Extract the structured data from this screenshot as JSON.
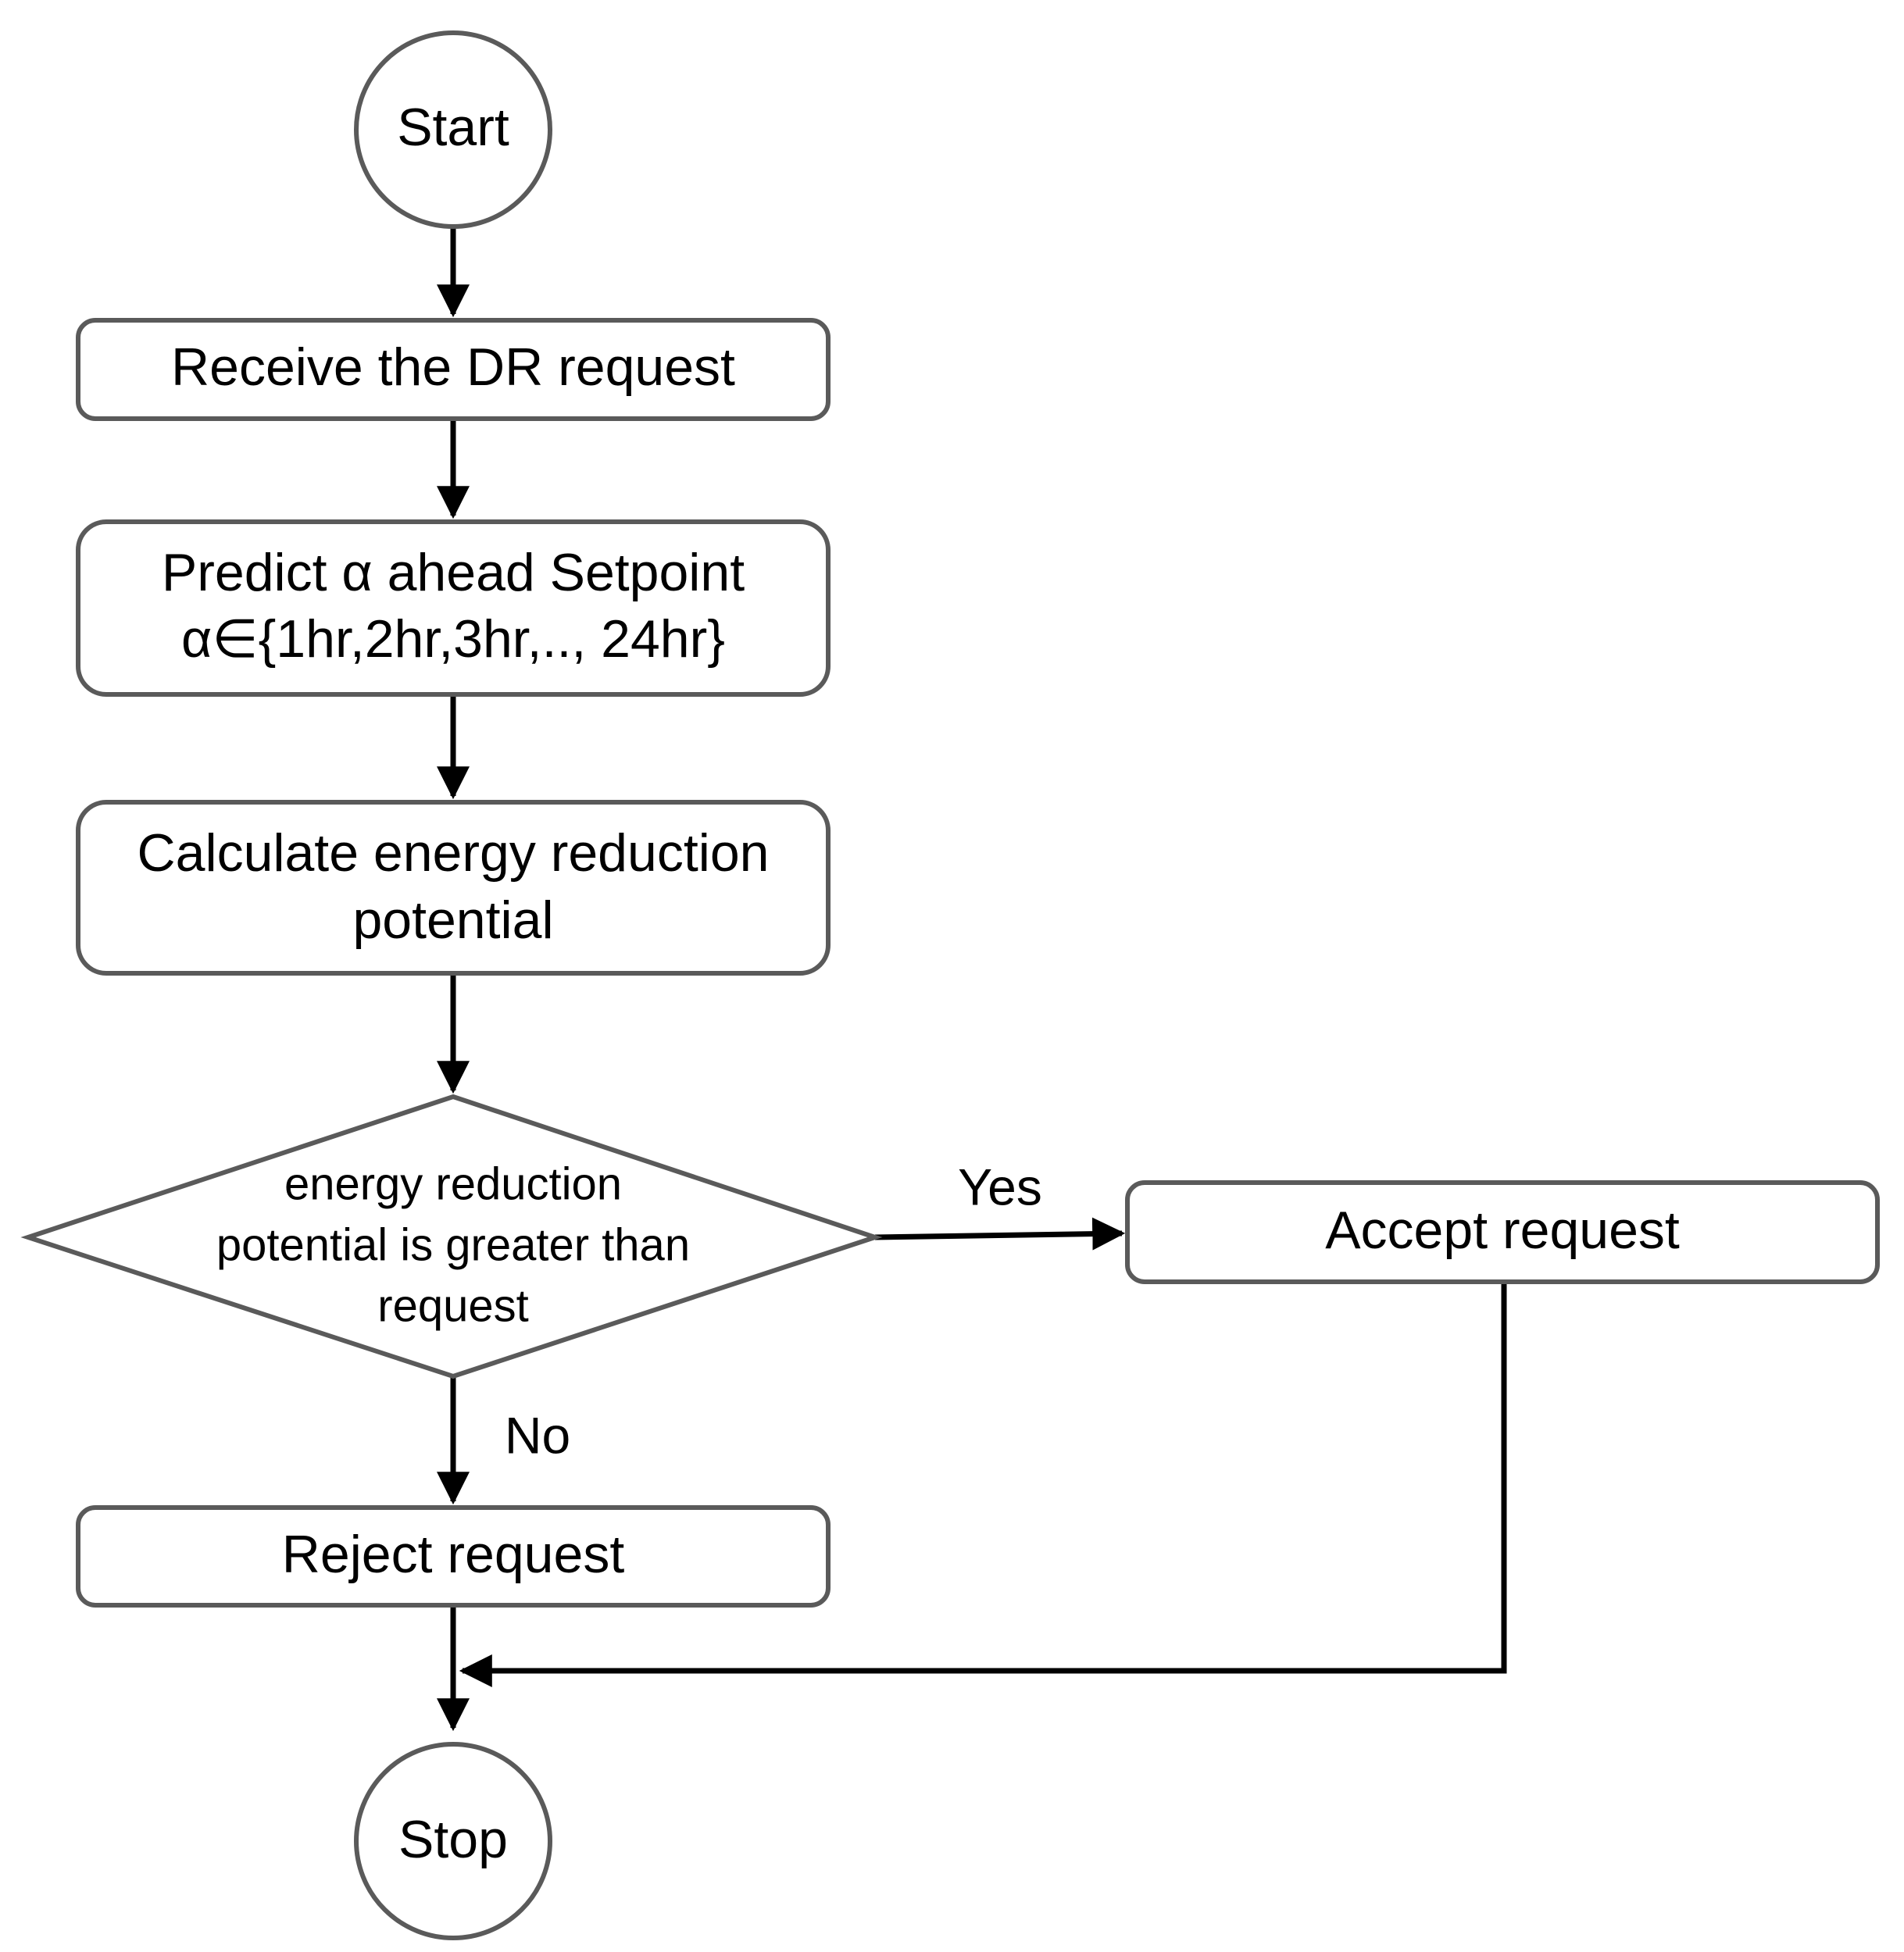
{
  "nodes": {
    "start": "Start",
    "receive": "Receive the DR request",
    "predict_line1": "Predict α ahead Setpoint",
    "predict_line2": "α∈{1hr,2hr,3hr,.., 24hr}",
    "calculate_line1": "Calculate energy reduction",
    "calculate_line2": "potential",
    "decision_line1": "energy reduction",
    "decision_line2": "potential is greater than",
    "decision_line3": "request",
    "accept": "Accept request",
    "reject": "Reject request",
    "stop": "Stop"
  },
  "edges": {
    "yes": "Yes",
    "no": "No"
  },
  "colors": {
    "node_stroke": "#5a5a5a",
    "edge": "#000000"
  }
}
